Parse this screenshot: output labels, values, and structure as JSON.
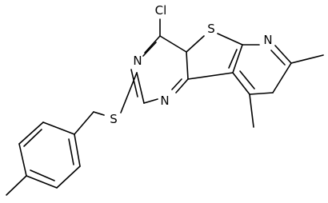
{
  "structure": {
    "atoms": {
      "chlorine": "Cl",
      "thiophene_sulfur": "S",
      "thioether_sulfur": "S",
      "pyrimidine_n3": "N",
      "pyrimidine_n1": "N",
      "pyridine_n": "N"
    },
    "colors": {
      "ink": "#000000",
      "background": "#ffffff"
    }
  }
}
